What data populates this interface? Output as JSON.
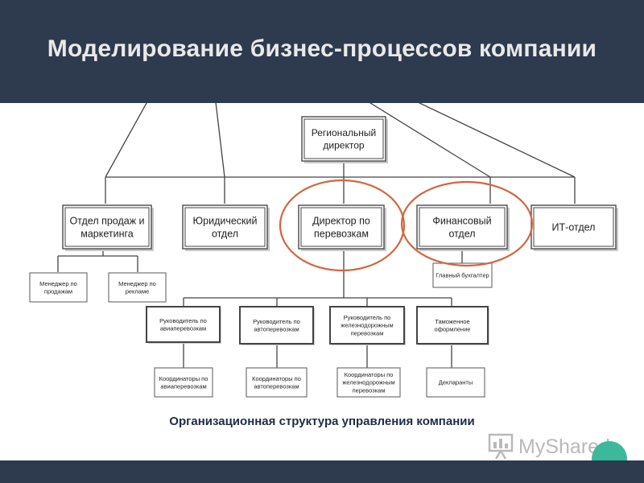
{
  "title": "Моделирование бизнес-процессов компании",
  "caption": "Организационная структура управления компании",
  "watermark": "MyShared",
  "colors": {
    "header_bg": "#2e3a4d",
    "highlight": "#d4653f",
    "accent_button": "#3cb89a"
  },
  "nodes": {
    "regional_director": "Региональный\nдиректор",
    "sales_marketing": "Отдел продаж и\nмаркетинга",
    "legal": "Юридический\nотдел",
    "transport_director": "Директор по\nперевозкам",
    "finance": "Финансовый\nотдел",
    "it": "ИТ-отдел",
    "sales_manager": "Менеджер по\nпродажам",
    "ad_manager": "Менеджер по\nрекламе",
    "chief_accountant": "Главный бухгалтер",
    "air_head": "Руководитель по\nавиаперевозкам",
    "auto_head": "Руководитель по\nавтоперевозкам",
    "rail_head": "Руководитель по\nжелезнодорожным\nперевозкам",
    "customs": "Таможенное\nоформление",
    "air_coord": "Координаторы по\nавиаперевозкам",
    "auto_coord": "Координаторы по\nавтоперевозкам",
    "rail_coord": "Координаторы по\nжелезнодорожным\nперевозкам",
    "declarants": "Декларанты"
  }
}
